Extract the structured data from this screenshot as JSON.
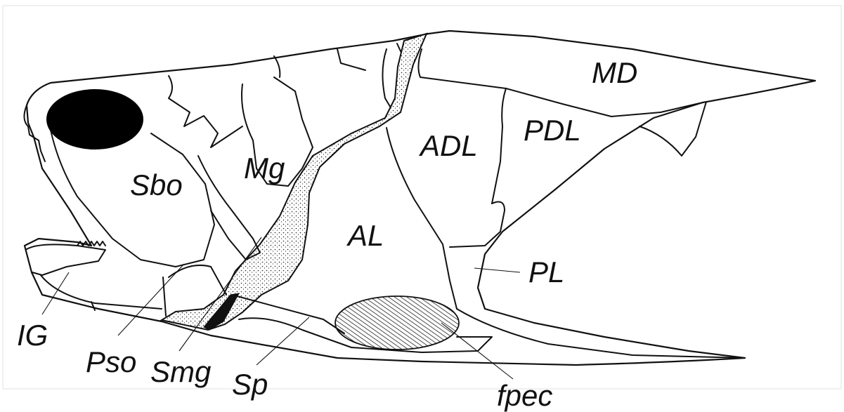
{
  "figure": {
    "labels": {
      "md": "MD",
      "pdl": "PDL",
      "adl": "ADL",
      "mg": "Mg",
      "sbo": "Sbo",
      "al": "AL",
      "pl": "PL",
      "ig": "IG",
      "pso": "Pso",
      "smg": "Smg",
      "sp": "Sp",
      "fpec": "fpec"
    }
  }
}
